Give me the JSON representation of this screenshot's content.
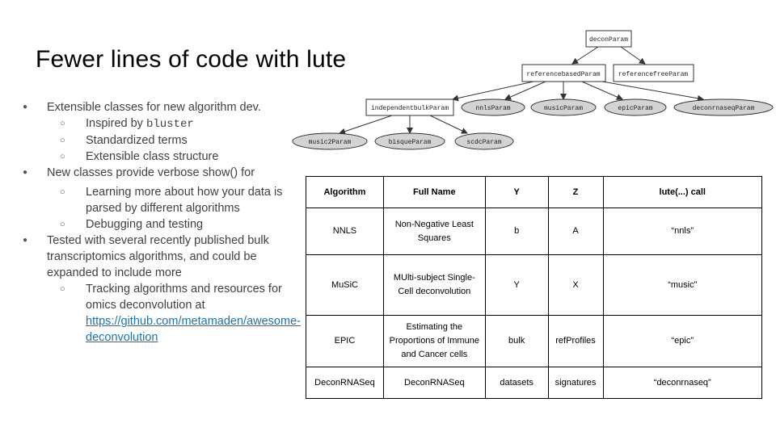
{
  "slide": {
    "title": "Fewer lines of code with lute"
  },
  "bullets": {
    "b1": "Extensible classes for new algorithm dev.",
    "b1_sub1_text": "Inspired by ",
    "b1_sub1_code": "bluster",
    "b1_sub2": "Standardized terms",
    "b1_sub3": "Extensible class structure",
    "b2": "New classes provide verbose show() for",
    "b2_sub1": "Learning more about how your data is parsed by different algorithms",
    "b2_sub2": "Debugging and testing",
    "b3": "Tested with several recently published bulk transcriptomics algorithms, and could be expanded to include more",
    "b3_sub1_text": "Tracking algorithms and resources for omics deconvolution at ",
    "b3_sub1_link": "https://github.com/metamaden/awesome-deconvolution"
  },
  "diagram": {
    "nodes": {
      "deconParam": "deconParam",
      "referencebasedParam": "referencebasedParam",
      "referencefreeParam": "referencefreeParam",
      "independentbulkParam": "independentbulkParam",
      "nnlsParam": "nnlsParam",
      "musicParam": "musicParam",
      "epicParam": "epicParam",
      "deconrnaseqParam": "deconrnaseqParam",
      "music2Param": "music2Param",
      "bisqueParam": "bisqueParam",
      "scdcParam": "scdcParam"
    },
    "colors": {
      "ellipse_fill": "#d3d3d3",
      "box_fill": "#ffffff",
      "stroke": "#333333"
    }
  },
  "table": {
    "headers": [
      "Algorithm",
      "Full  Name",
      "Y",
      "Z",
      "lute(...) call"
    ],
    "rows": [
      [
        "NNLS",
        "Non-Negative Least Squares",
        "b",
        "A",
        "“nnls”"
      ],
      [
        "MuSiC",
        "MUlti-subject Single-Cell deconvolution",
        "Y",
        "X",
        "“music”"
      ],
      [
        "EPIC",
        "Estimating the Proportions of Immune and Cancer cells",
        "bulk",
        "refProfiles",
        "“epic”"
      ],
      [
        "DeconRNASeq",
        "DeconRNASeq",
        "datasets",
        "signatures",
        "“deconrnaseq”"
      ]
    ]
  }
}
